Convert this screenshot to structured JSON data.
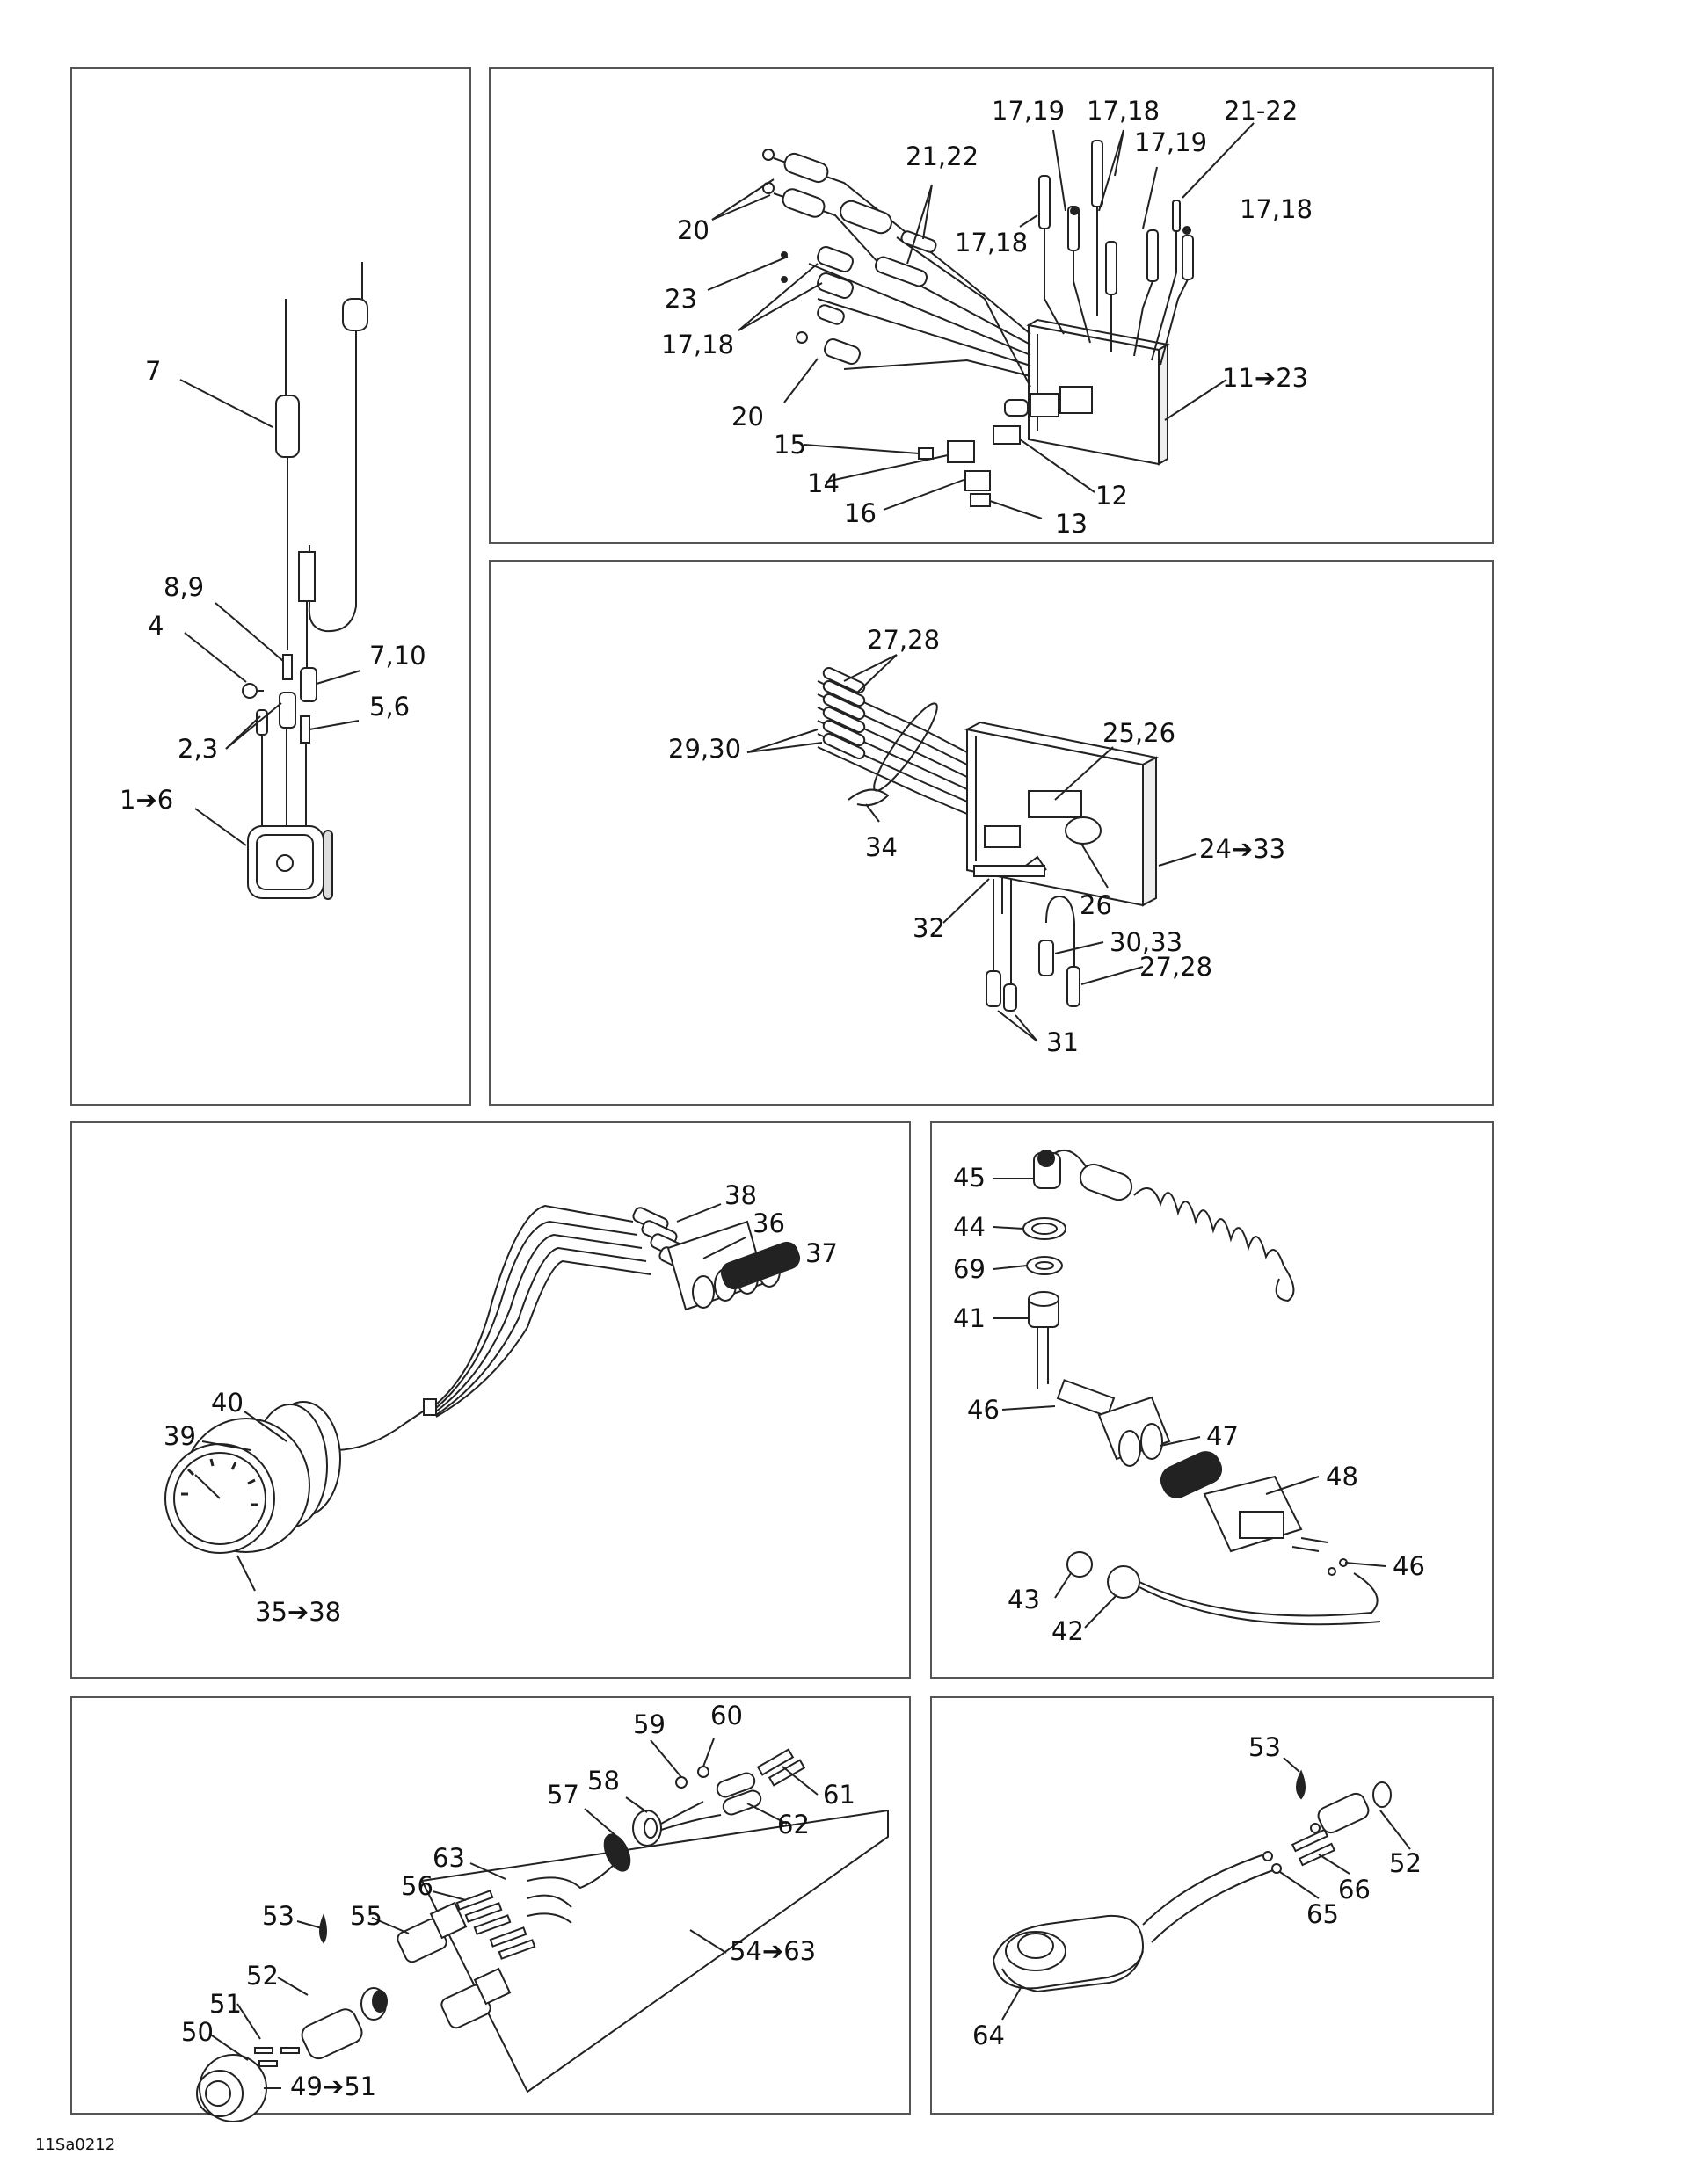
{
  "figure_code": "11Sa0212",
  "panels": {
    "p1": {
      "labels": [
        "7",
        "8,9",
        "4",
        "7,10",
        "5,6",
        "2,3",
        "1➔6"
      ]
    },
    "p2": {
      "labels": [
        "17,19",
        "17,18",
        "21-22",
        "17,19",
        "21,22",
        "17,18",
        "20",
        "17,18",
        "23",
        "17,18",
        "20",
        "11➔23",
        "15",
        "14",
        "12",
        "16",
        "13"
      ]
    },
    "p3": {
      "labels": [
        "27,28",
        "29,30",
        "25,26",
        "34",
        "24➔33",
        "26",
        "32",
        "30,33",
        "27,28",
        "31"
      ]
    },
    "p4": {
      "labels": [
        "38",
        "36",
        "37",
        "40",
        "39",
        "35➔38"
      ]
    },
    "p5": {
      "labels": [
        "45",
        "44",
        "69",
        "41",
        "46",
        "47",
        "48",
        "46",
        "43",
        "42"
      ]
    },
    "p6": {
      "labels": [
        "59",
        "60",
        "57",
        "58",
        "61",
        "62",
        "63",
        "56",
        "53",
        "55",
        "52",
        "51",
        "50",
        "54➔63",
        "49➔51"
      ]
    },
    "p7": {
      "labels": [
        "53",
        "52",
        "66",
        "65",
        "64"
      ]
    }
  }
}
